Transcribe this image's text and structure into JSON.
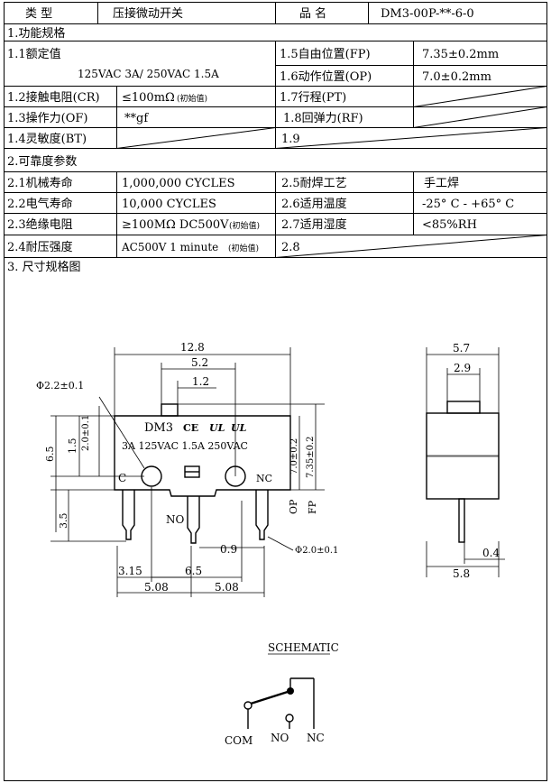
{
  "header": {
    "type_label": "类 型",
    "type_value": "压接微动开关",
    "part_label": "品 名",
    "part_value": "DM3-00P-**-6-0"
  },
  "section1": {
    "title": "1.功能规格",
    "rated_label": "1.1额定值",
    "rated_value": "125VAC 3A/ 250VAC 1.5A",
    "fp_label": "1.5自由位置(FP)",
    "fp_value": "7.35±0.2mm",
    "op_label": "1.6动作位置(OP)",
    "op_value": "7.0±0.2mm",
    "cr_label": "1.2接触电阻(CR)",
    "cr_value": "≤100mΩ",
    "cr_note": "(初始值)",
    "pt_label": "1.7行程(PT)",
    "pt_value": "",
    "of_label": "1.3操作力(OF)",
    "of_value": "**gf",
    "rf_label": "1.8回弹力(RF)",
    "rf_value": "",
    "bt_label": "1.4灵敏度(BT)",
    "bt_value": "",
    "item19_label": "1.9",
    "item19_value": ""
  },
  "section2": {
    "title": "2.可靠度参数",
    "mech_label": "2.1机械寿命",
    "mech_value": "1,000,000 CYCLES",
    "solder_label": "2.5耐焊工艺",
    "solder_value": "手工焊",
    "elec_label": "2.2电气寿命",
    "elec_value": "10,000  CYCLES",
    "temp_label": "2.6适用温度",
    "temp_value": "-25° C - +65° C",
    "ins_label": "2.3绝缘电阻",
    "ins_value": "≥100MΩ  DC500V",
    "ins_note": "(初始值)",
    "hum_label": "2.7适用湿度",
    "hum_value": "<85%RH",
    "volt_label": "2.4耐压强度",
    "volt_value": "AC500V 1 minute",
    "volt_note": "(初始值)",
    "item28_label": "2.8",
    "item28_value": ""
  },
  "section3": {
    "title": "3. 尺寸规格图"
  },
  "drawing": {
    "dim_width": "12.8",
    "dim_52": "5.2",
    "dim_12": "1.2",
    "dim_hole": "Φ2.2±0.1",
    "dim_65": "6.5",
    "dim_15": "1.5",
    "dim_20": "2.0±0.1",
    "dim_35": "3.5",
    "dim_op": "7.0±0.2",
    "dim_fp": "7.35±0.2",
    "label_op": "OP",
    "label_fp": "FP",
    "dim_09": "0.9",
    "dim_hole2": "Φ2.0±0.1",
    "dim_315": "3.15",
    "dim_65b": "6.5",
    "dim_508a": "5.08",
    "dim_508b": "5.08",
    "body_model": "DM3",
    "body_ce": "CE",
    "body_ul": "UL",
    "body_rating": "3A 125VAC 1.5A 250VAC",
    "term_c": "C",
    "term_no": "NO",
    "term_nc": "NC",
    "side_57": "5.7",
    "side_29": "2.9",
    "side_04": "0.4",
    "side_58": "5.8"
  },
  "schematic": {
    "title": "SCHEMATIC",
    "com": "COM",
    "no": "NO",
    "nc": "NC"
  }
}
